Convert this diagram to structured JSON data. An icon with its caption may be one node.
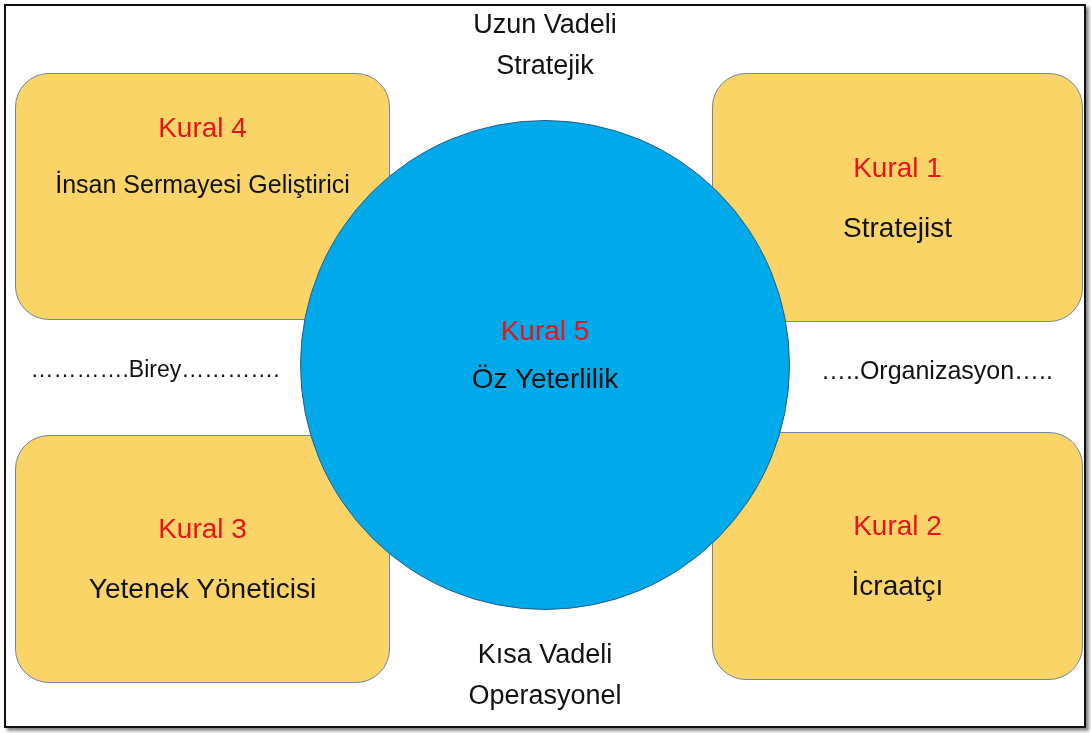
{
  "diagram": {
    "nodes": [
      {
        "text": [
          "Kural 4",
          "İnsan Sermayesi Geliştirici"
        ]
      },
      {
        "text": [
          "Kural 1",
          "Stratejist"
        ]
      },
      {
        "text": [
          "Kural 5",
          "Öz Yeterlilik"
        ]
      },
      {
        "text": [
          "Kural 3",
          "Yetenek Yöneticisi"
        ]
      },
      {
        "text": [
          "Kural 2",
          "İcraatçı"
        ]
      }
    ],
    "labels": [
      "Uzun Vadeli Stratejik",
      "………….Birey………….",
      "…..Organizasyon…..",
      "Kısa Vadeli Operasyonel"
    ]
  }
}
